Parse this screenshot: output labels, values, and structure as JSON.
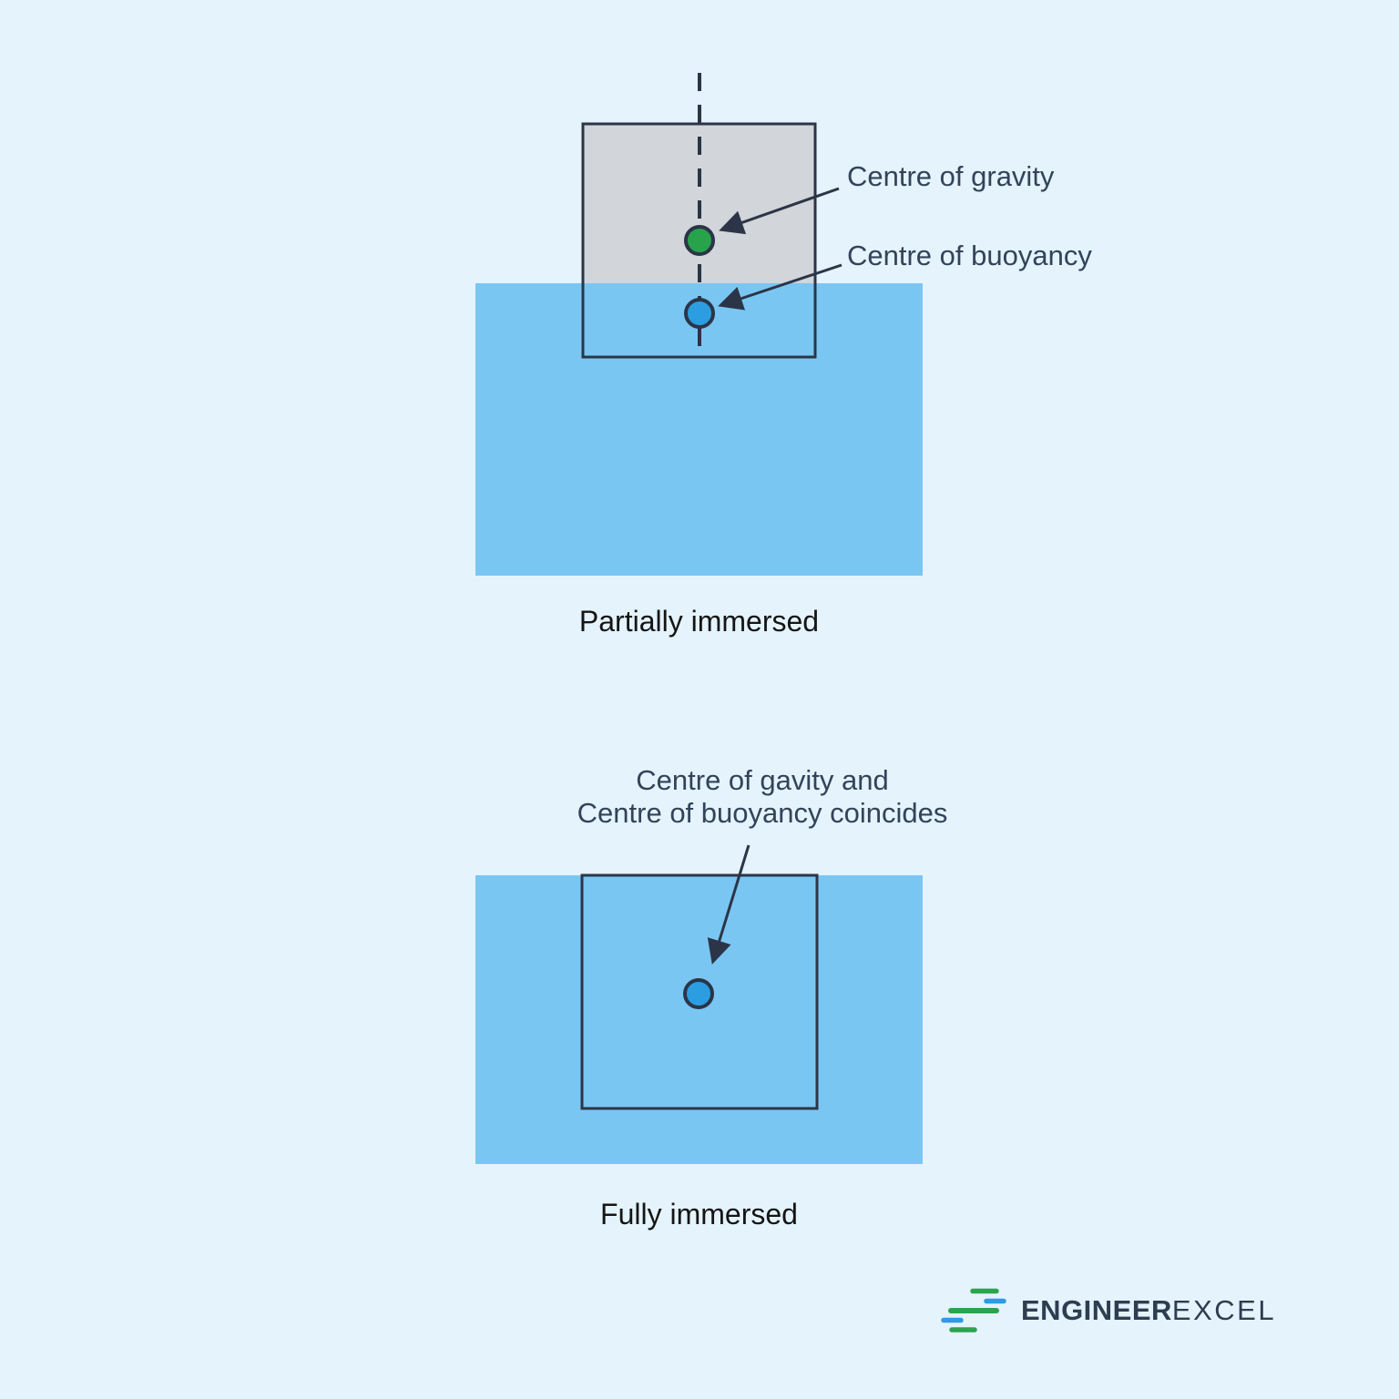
{
  "colors": {
    "background": "#E5F3FD",
    "water": "#7AC6F3",
    "solid_grey": "#D2D5D9",
    "outline": "#2B3547",
    "label_text": "#324459",
    "caption_text": "#151515",
    "gravity_dot": "#28A24B",
    "buoyancy_dot": "#2A9EE0",
    "logo_green": "#2CA44E",
    "logo_blue": "#2F9BE3",
    "logo_text": "#2E3D50"
  },
  "top_diagram": {
    "label_gravity": "Centre of gravity",
    "label_buoyancy": "Centre of buoyancy",
    "caption": "Partially immersed"
  },
  "bottom_diagram": {
    "label_line1": "Centre of gavity and",
    "label_line2": "Centre of buoyancy coincides",
    "caption": "Fully immersed"
  },
  "logo": {
    "text_bold": "ENGINEER",
    "text_regular": "EXCEL"
  }
}
